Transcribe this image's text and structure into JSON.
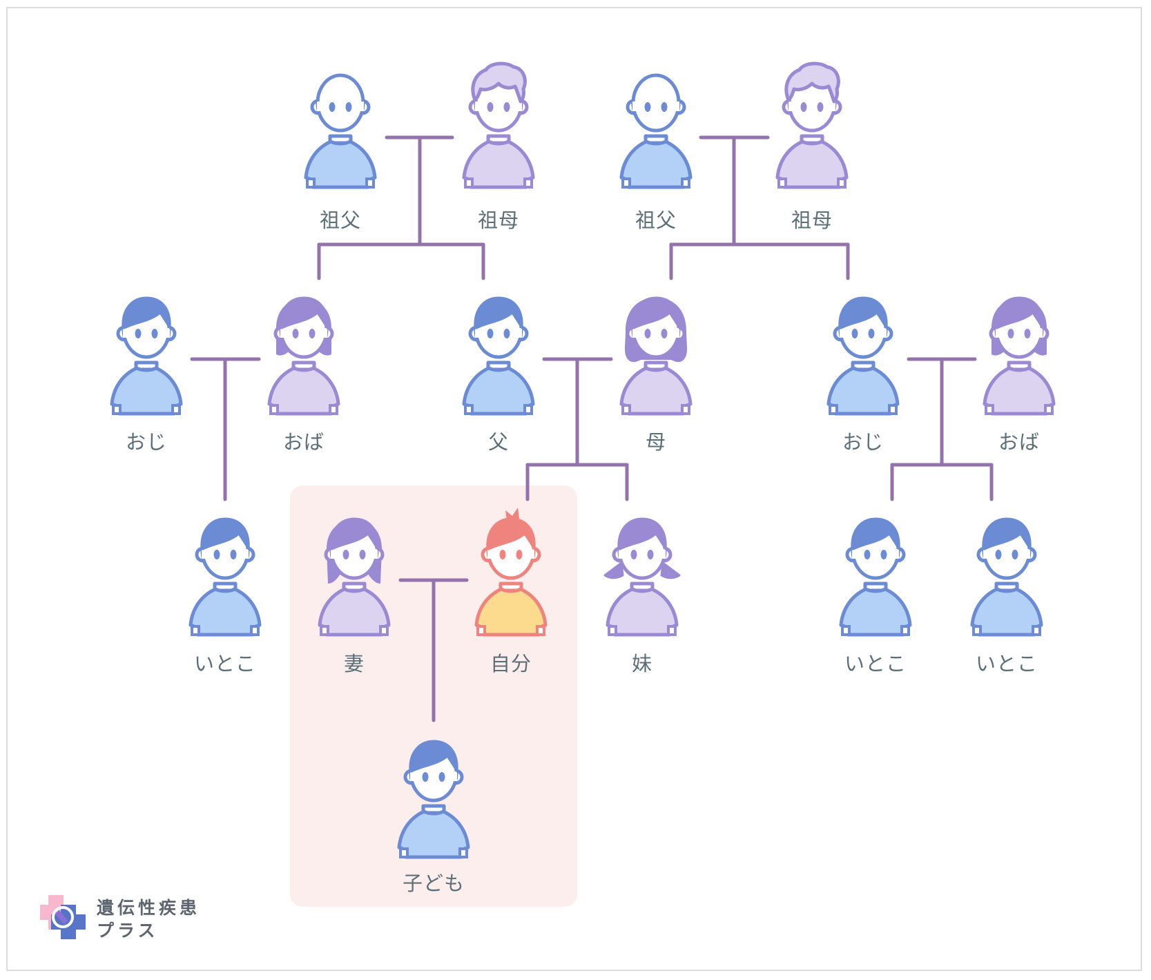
{
  "title": "家系図",
  "colors": {
    "connector": "#9473ad",
    "male_outline": "#6b8bd4",
    "male_fill": "#b3d0f7",
    "female_outline": "#9a89d3",
    "female_fill": "#dcd3f1",
    "self_outline": "#ee847d",
    "self_fill": "#fddb8e",
    "highlight_bg": "#fdeeee",
    "label_text": "#5b6f78"
  },
  "rows": [
    {
      "members": [
        {
          "id": "paternal-grandfather",
          "label": "祖父",
          "type": "grandpa"
        },
        {
          "id": "paternal-grandmother",
          "label": "祖母",
          "type": "grandma"
        },
        {
          "id": "maternal-grandfather",
          "label": "祖父",
          "type": "grandpa"
        },
        {
          "id": "maternal-grandmother",
          "label": "祖母",
          "type": "grandma"
        }
      ]
    },
    {
      "members": [
        {
          "id": "paternal-uncle-in-law",
          "label": "おじ",
          "type": "male"
        },
        {
          "id": "paternal-aunt",
          "label": "おば",
          "type": "female"
        },
        {
          "id": "father",
          "label": "父",
          "type": "male"
        },
        {
          "id": "mother",
          "label": "母",
          "type": "mother"
        },
        {
          "id": "maternal-uncle",
          "label": "おじ",
          "type": "male"
        },
        {
          "id": "maternal-aunt-in-law",
          "label": "おば",
          "type": "female"
        }
      ]
    },
    {
      "members": [
        {
          "id": "cousin-left",
          "label": "いとこ",
          "type": "male"
        },
        {
          "id": "wife",
          "label": "妻",
          "type": "wife"
        },
        {
          "id": "self",
          "label": "自分",
          "type": "self"
        },
        {
          "id": "younger-sister",
          "label": "妹",
          "type": "girl"
        },
        {
          "id": "cousin-right-1",
          "label": "いとこ",
          "type": "male"
        },
        {
          "id": "cousin-right-2",
          "label": "いとこ",
          "type": "male"
        }
      ]
    },
    {
      "members": [
        {
          "id": "child",
          "label": "子ども",
          "type": "male"
        }
      ]
    }
  ],
  "brand": {
    "line1": "遺伝性疾患",
    "line2": "プラス",
    "logo_icon": "medical-cross-dna-icon"
  }
}
